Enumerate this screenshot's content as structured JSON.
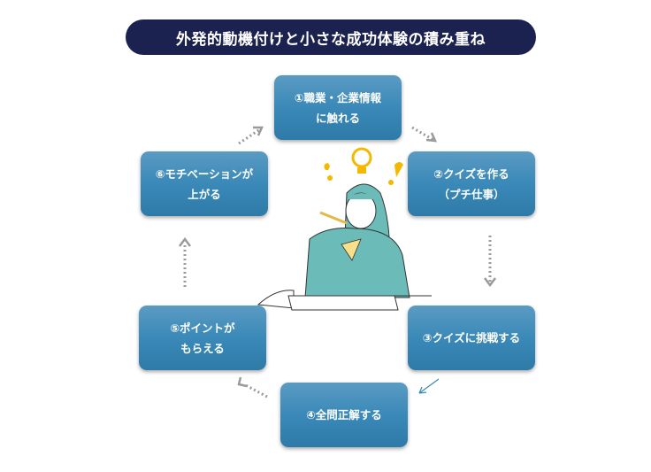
{
  "title": "外発的動機付けと小さな成功体験の積み重ね",
  "steps": [
    {
      "line1": "①職業・企業情報",
      "line2": "に触れる"
    },
    {
      "line1": "②クイズを作る",
      "line2": "（プチ仕事）"
    },
    {
      "line1": "③クイズに挑戦する",
      "line2": ""
    },
    {
      "line1": "④全問正解する",
      "line2": ""
    },
    {
      "line1": "⑤ポイントが",
      "line2": "もらえる"
    },
    {
      "line1": "⑥モチベーションが",
      "line2": "上がる"
    }
  ],
  "colors": {
    "title_bg": "#1c2250",
    "box": "#3a89b8",
    "arrow": "#999999",
    "accent": "#f5b800",
    "uniform": "#6bbcb8"
  }
}
